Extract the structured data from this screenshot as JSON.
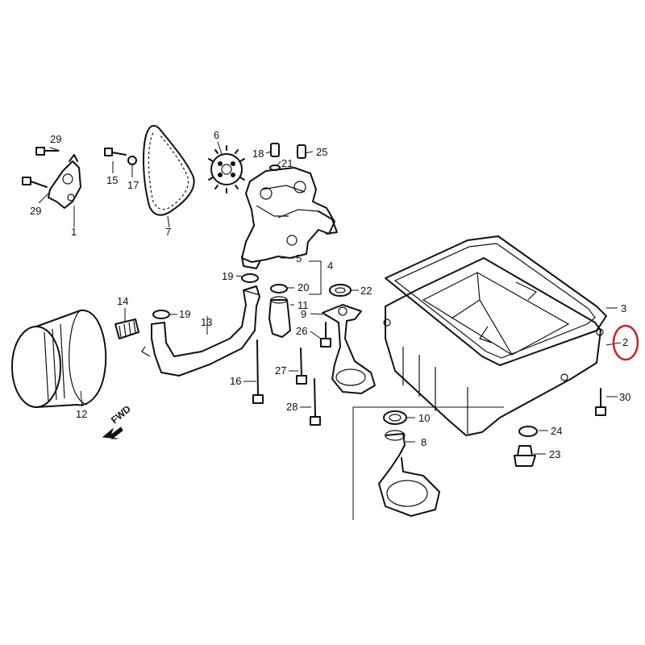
{
  "diagram": {
    "callouts": [
      {
        "id": "c29a",
        "label": "29"
      },
      {
        "id": "c29b",
        "label": "29"
      },
      {
        "id": "c1",
        "label": "1"
      },
      {
        "id": "c15",
        "label": "15"
      },
      {
        "id": "c17",
        "label": "17"
      },
      {
        "id": "c7",
        "label": "7"
      },
      {
        "id": "c6",
        "label": "6"
      },
      {
        "id": "c18",
        "label": "18"
      },
      {
        "id": "c21",
        "label": "21"
      },
      {
        "id": "c25",
        "label": "25"
      },
      {
        "id": "c5",
        "label": "5"
      },
      {
        "id": "c4",
        "label": "4"
      },
      {
        "id": "c19a",
        "label": "19"
      },
      {
        "id": "c20",
        "label": "20"
      },
      {
        "id": "c11",
        "label": "11"
      },
      {
        "id": "c22",
        "label": "22"
      },
      {
        "id": "c9",
        "label": "9"
      },
      {
        "id": "c26",
        "label": "26"
      },
      {
        "id": "c14",
        "label": "14"
      },
      {
        "id": "c19b",
        "label": "19"
      },
      {
        "id": "c13",
        "label": "13"
      },
      {
        "id": "c16",
        "label": "16"
      },
      {
        "id": "c27",
        "label": "27"
      },
      {
        "id": "c28",
        "label": "28"
      },
      {
        "id": "c12",
        "label": "12"
      },
      {
        "id": "c3",
        "label": "3"
      },
      {
        "id": "c2",
        "label": "2"
      },
      {
        "id": "c30",
        "label": "30"
      },
      {
        "id": "c10",
        "label": "10"
      },
      {
        "id": "c8",
        "label": "8"
      },
      {
        "id": "c24",
        "label": "24"
      },
      {
        "id": "c23",
        "label": "23"
      }
    ],
    "fwd_label": "FWD",
    "highlight_color": "#d0202a"
  }
}
